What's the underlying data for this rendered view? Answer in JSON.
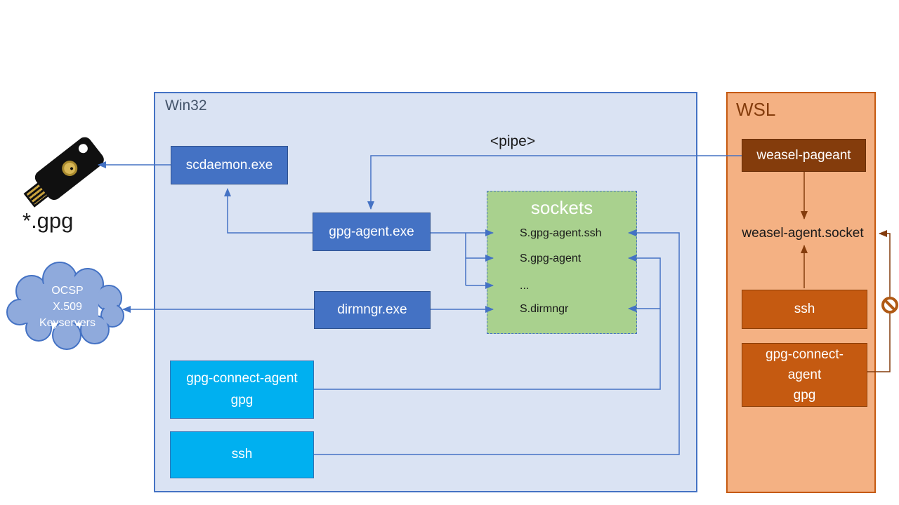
{
  "win32": {
    "title": "Win32",
    "scdaemon": "scdaemon.exe",
    "gpg_agent": "gpg-agent.exe",
    "dirmngr": "dirmngr.exe",
    "gpg_connect_agent": {
      "line1": "gpg-connect-agent",
      "line2": "gpg"
    },
    "ssh": "ssh",
    "sockets": {
      "title": "sockets",
      "entries": [
        "S.gpg-agent.ssh",
        "S.gpg-agent",
        "...",
        "S.dirmngr"
      ]
    }
  },
  "wsl": {
    "title": "WSL",
    "weasel_pageant": "weasel-pageant",
    "weasel_agent_socket": "weasel-agent.socket",
    "ssh": "ssh",
    "gpg_connect_agent": {
      "line1": "gpg-connect-",
      "line2": "agent",
      "line3": "gpg"
    }
  },
  "external": {
    "gpg_files": "*.gpg",
    "keyserver_cloud": {
      "line1": "OCSP",
      "line2": "X.509",
      "line3": "Keyservers"
    }
  },
  "annotations": {
    "pipe": "<pipe>"
  },
  "icons": {
    "yubikey": "yubikey-usb-security-key",
    "no_entry": "no-entry-blocked-sign"
  },
  "colors": {
    "win32_fill": "#dae3f3",
    "win32_border": "#4472c4",
    "win32_title": "#44546a",
    "process_blue_fill": "#4472c4",
    "process_blue_border": "#2f528f",
    "process_cyan_fill": "#00b0f0",
    "process_cyan_border": "#2e75b6",
    "sockets_fill": "#a9d18e",
    "sockets_border_dashed": "#4472c4",
    "wsl_fill": "#f4b183",
    "wsl_border": "#c55a11",
    "wsl_title": "#843c0c",
    "wsl_dark_box": "#843c0c",
    "wsl_orange_box": "#c55a11",
    "cloud_fill": "#8faadc",
    "cloud_border": "#4472c4",
    "arrow_blue": "#4472c4",
    "arrow_brown": "#843c0c",
    "no_entry_sign": "#b05a15"
  }
}
